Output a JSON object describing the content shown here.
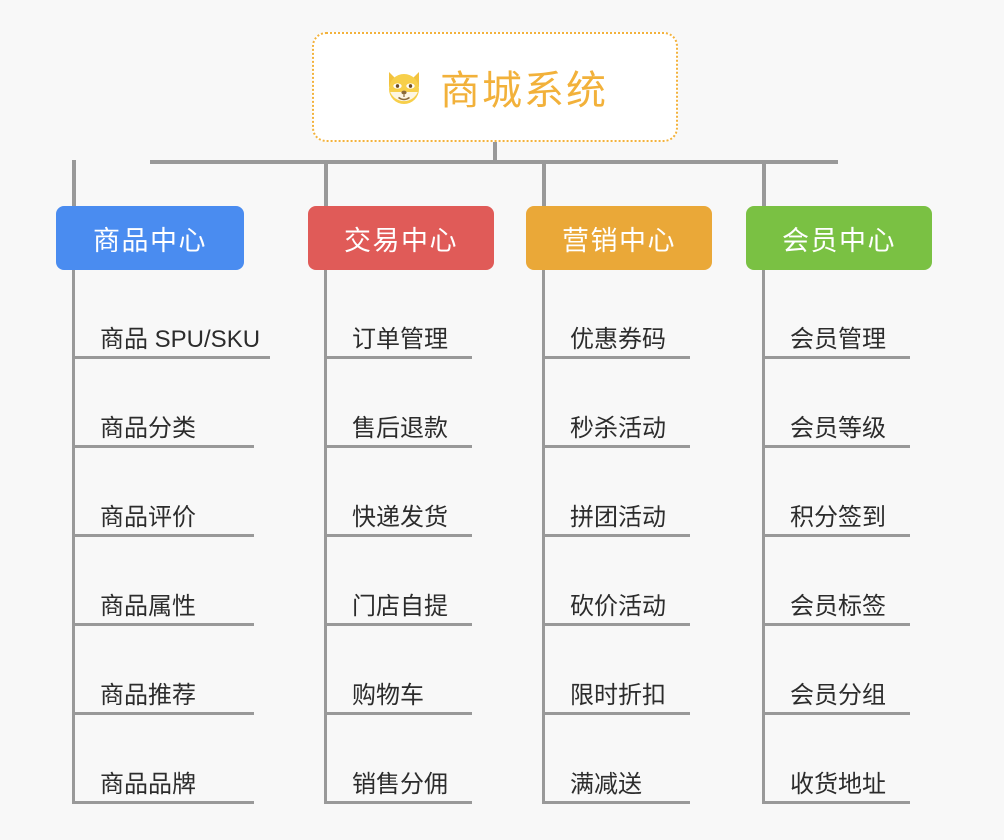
{
  "page": {
    "background_color": "#f8f8f8",
    "line_color": "#999999",
    "leaf_text_color": "#2c2c2c"
  },
  "root": {
    "title": "商城系统",
    "icon": "dog-face-emoji",
    "text_color": "#f2b13a",
    "border_color": "#f3b23c",
    "background_color": "#ffffff"
  },
  "branches": [
    {
      "label": "商品中心",
      "color": "#4a8cf0",
      "items": [
        "商品 SPU/SKU",
        "商品分类",
        "商品评价",
        "商品属性",
        "商品推荐",
        "商品品牌"
      ]
    },
    {
      "label": "交易中心",
      "color": "#e05b58",
      "items": [
        "订单管理",
        "售后退款",
        "快递发货",
        "门店自提",
        "购物车",
        "销售分佣"
      ]
    },
    {
      "label": "营销中心",
      "color": "#eaa838",
      "items": [
        "优惠券码",
        "秒杀活动",
        "拼团活动",
        "砍价活动",
        "限时折扣",
        "满减送"
      ]
    },
    {
      "label": "会员中心",
      "color": "#7ac143",
      "items": [
        "会员管理",
        "会员等级",
        "积分签到",
        "会员标签",
        "会员分组",
        "收货地址"
      ]
    }
  ]
}
